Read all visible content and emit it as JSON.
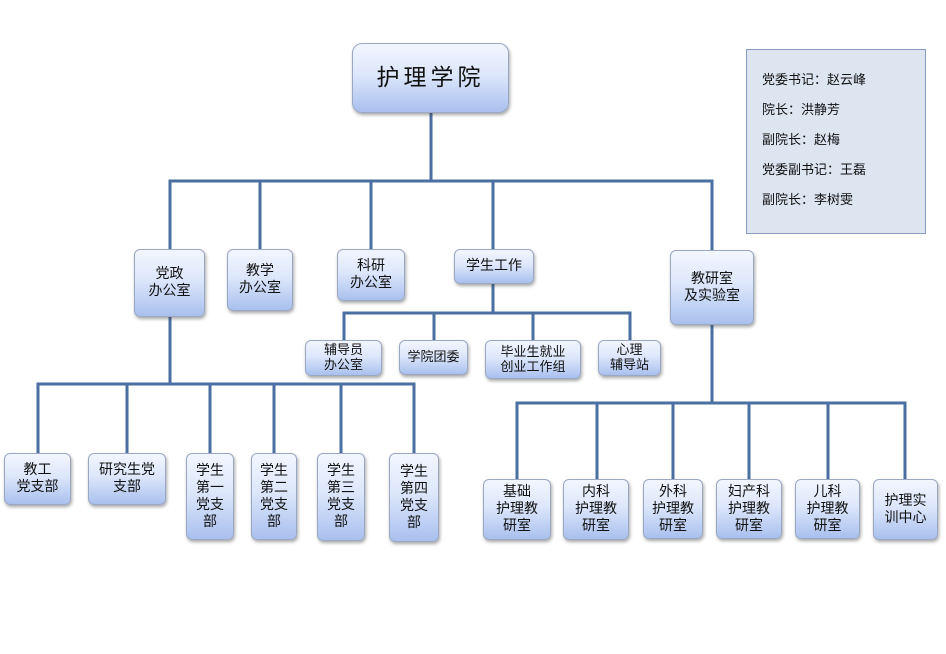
{
  "root": "护理学院",
  "level1": [
    "党政\n办公室",
    "教学\n办公室",
    "科研\n办公室",
    "学生工作",
    "教研室\n及实验室"
  ],
  "student_work_units": [
    "辅导员\n办公室",
    "学院团委",
    "毕业生就业\n创业工作组",
    "心理\n辅导站"
  ],
  "party_branches": [
    "教工\n党支部",
    "研究生党\n支部",
    "学生\n第一\n党支\n部",
    "学生\n第二\n党支\n部",
    "学生\n第三\n党支\n部",
    "学生\n第四\n党支\n部"
  ],
  "teaching_rooms": [
    "基础\n护理教\n研室",
    "内科\n护理教\n研室",
    "外科\n护理教\n研室",
    "妇产科\n护理教\n研室",
    "儿科\n护理教\n研室",
    "护理实\n训中心"
  ],
  "leadership": [
    "党委书记：赵云峰",
    "院长：洪静芳",
    "副院长：赵梅",
    "党委副书记：王磊",
    "副院长：李树雯"
  ],
  "colors": {
    "line": "#4a6fa0",
    "box_top": "#f2f6fe",
    "box_bottom": "#a9c0ee",
    "info_bg": "#dde5f1"
  }
}
